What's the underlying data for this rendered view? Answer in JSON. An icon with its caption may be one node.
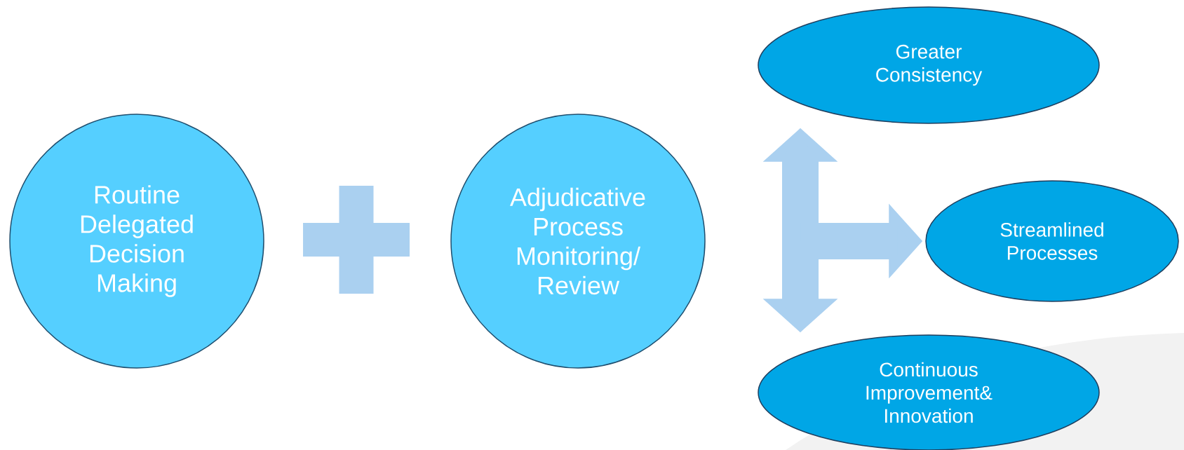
{
  "diagram": {
    "nodes": [
      {
        "text": [
          "Routine Delegated Decision Making"
        ]
      },
      {
        "text": [],
        "shape": "plus"
      },
      {
        "text": [
          "Adjudicative Process Monitoring/ Review"
        ]
      },
      {
        "text": [
          "Greater Consistency"
        ]
      },
      {
        "text": [
          "Streamlined Processes"
        ]
      },
      {
        "text": [
          "Continuous Improvement& Innovation"
        ]
      }
    ],
    "edges": [
      {
        "from": null,
        "to": 3,
        "arrow": "to"
      },
      {
        "from": null,
        "to": 4,
        "arrow": "to"
      },
      {
        "from": null,
        "to": 5,
        "arrow": "to"
      }
    ]
  }
}
